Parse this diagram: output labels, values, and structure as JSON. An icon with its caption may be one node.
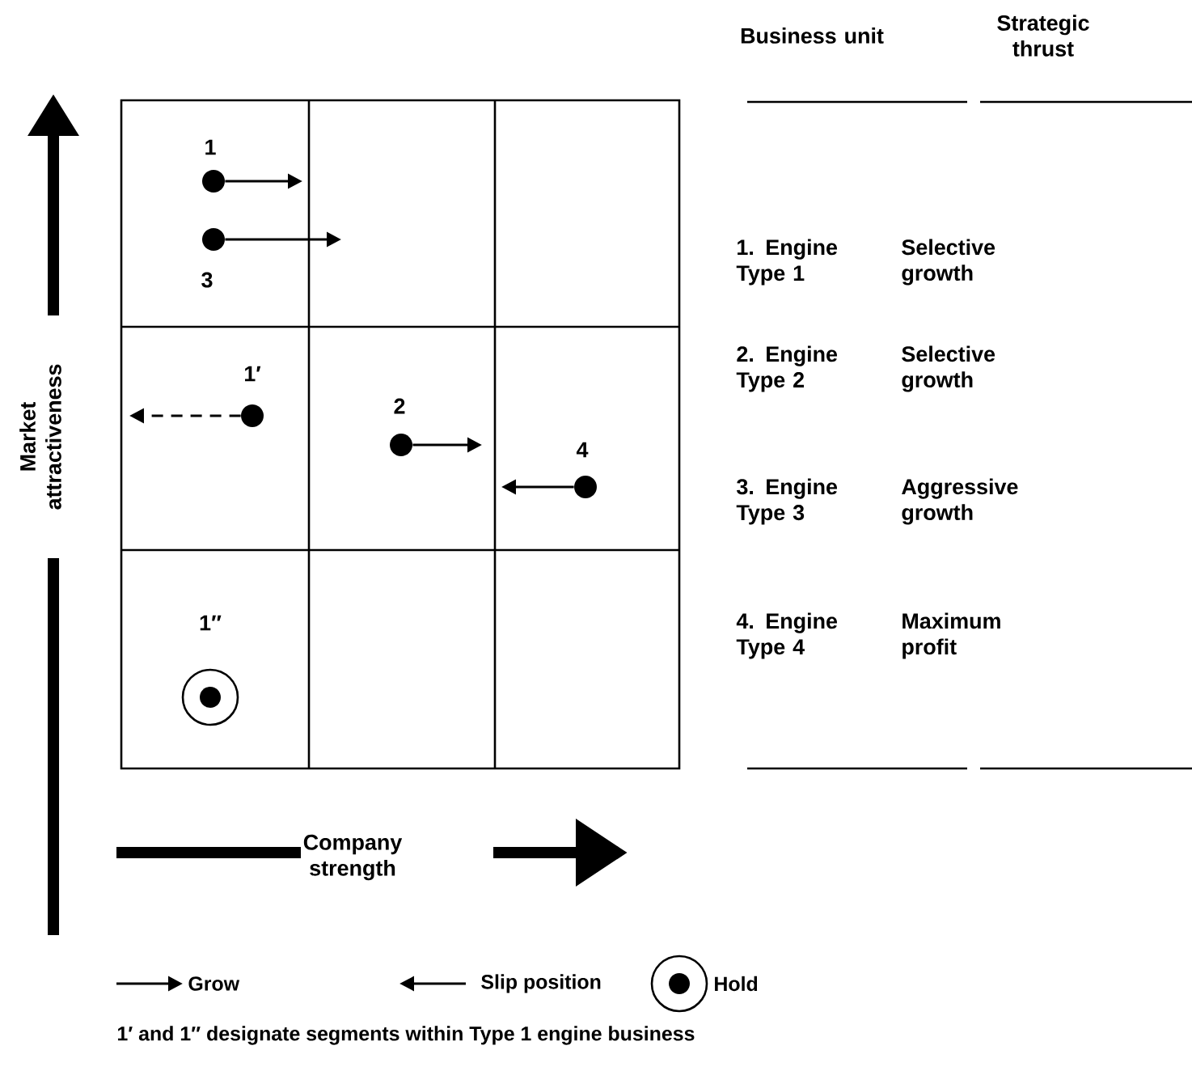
{
  "diagram": {
    "caption": "1′ and 1″ designate segments within Type 1 engine business",
    "nodes": [
      {
        "text": [],
        "shape": "circle",
        "beside": [
          "1"
        ]
      },
      {
        "text": [],
        "shape": "circle",
        "beside": [
          "3"
        ]
      },
      {
        "text": [],
        "shape": "circle",
        "beside": [
          "1′"
        ]
      },
      {
        "text": [],
        "shape": "circle",
        "beside": [
          "2"
        ]
      },
      {
        "text": [],
        "shape": "circle",
        "beside": [
          "4"
        ]
      },
      {
        "text": [],
        "shape": "circle",
        "beside": [
          "1″"
        ]
      }
    ],
    "edges": [
      {
        "from": 0,
        "to": null,
        "arrow": "to"
      },
      {
        "from": 1,
        "to": null,
        "arrow": "to"
      },
      {
        "from": 2,
        "to": null,
        "arrow": "to",
        "style": "dashed"
      },
      {
        "from": 3,
        "to": null,
        "arrow": "to"
      },
      {
        "from": 4,
        "to": null,
        "arrow": "to"
      }
    ],
    "labels": [
      "Market attractiveness",
      "Company strength",
      "Business unit",
      "Strategic thrust",
      "1. Engine Type 1",
      "Selective growth",
      "2. Engine Type 2",
      "Selective growth",
      "3. Engine Type 3",
      "Aggressive growth",
      "4. Engine Type 4",
      "Maximum profit"
    ],
    "legend": [
      {
        "text": "Grow"
      },
      {
        "text": "Slip position"
      },
      {
        "text": "Hold"
      }
    ]
  }
}
